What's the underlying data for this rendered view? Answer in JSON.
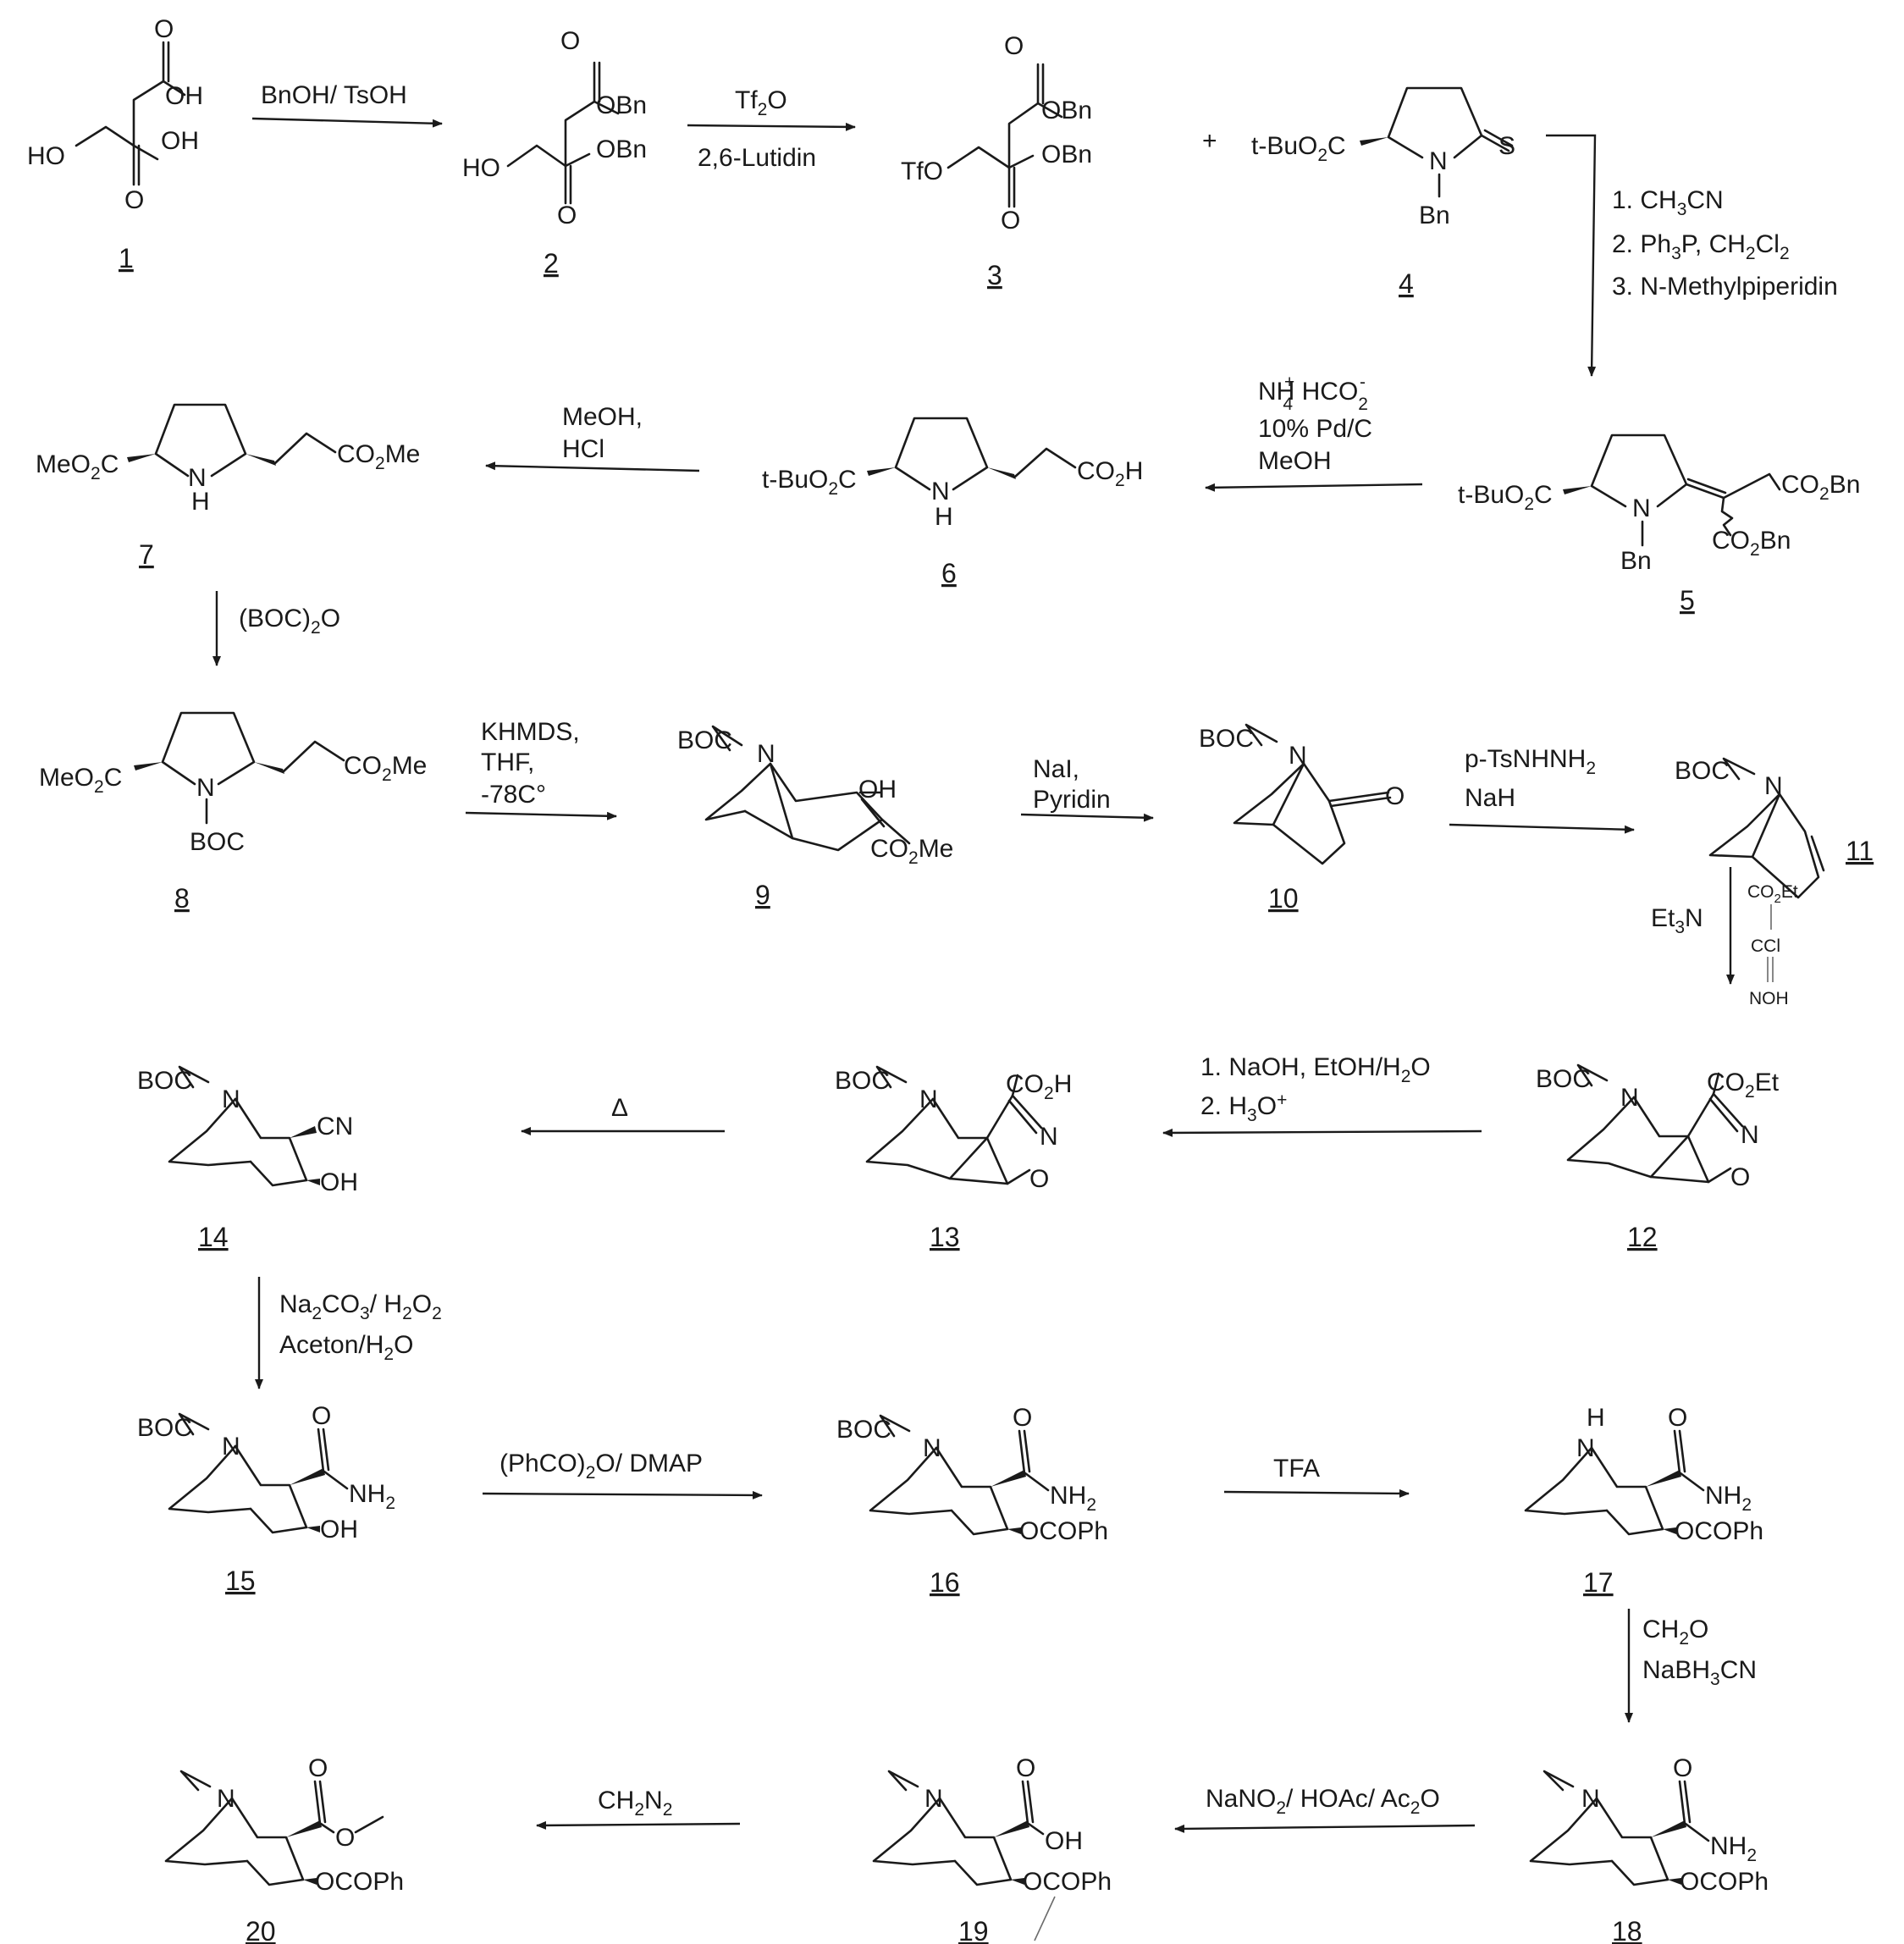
{
  "compounds": [
    {
      "id": "1",
      "number": "1",
      "labels": [
        "OH",
        "OH",
        "HO",
        "O",
        "O"
      ]
    },
    {
      "id": "2",
      "number": "2",
      "labels": [
        "O",
        "OBn",
        "HO",
        "OBn",
        "O"
      ]
    },
    {
      "id": "3",
      "number": "3",
      "labels": [
        "O",
        "OBn",
        "TfO",
        "OBn",
        "O"
      ]
    },
    {
      "id": "4",
      "number": "4",
      "labels": [
        "t-BuO",
        "2",
        "C",
        "N",
        "S",
        "Bn"
      ]
    },
    {
      "id": "5",
      "number": "5",
      "labels": [
        "t-BuO",
        "2",
        "C",
        "N",
        "Bn",
        "CO",
        "2",
        "Bn",
        "CO",
        "2",
        "Bn"
      ]
    },
    {
      "id": "6",
      "number": "6",
      "labels": [
        "t-BuO",
        "2",
        "C",
        "N",
        "H",
        "CO",
        "2",
        "H"
      ]
    },
    {
      "id": "7",
      "number": "7",
      "labels": [
        "MeO",
        "2",
        "C",
        "N",
        "H",
        "CO",
        "2",
        "Me"
      ]
    },
    {
      "id": "8",
      "number": "8",
      "labels": [
        "MeO",
        "2",
        "C",
        "N",
        "BOC",
        "CO",
        "2",
        "Me"
      ]
    },
    {
      "id": "9",
      "number": "9",
      "labels": [
        "BOC",
        "N",
        "OH",
        "CO",
        "2",
        "Me"
      ]
    },
    {
      "id": "10",
      "number": "10",
      "labels": [
        "BOC",
        "N",
        "O"
      ]
    },
    {
      "id": "11",
      "number": "11",
      "labels": [
        "BOC",
        "N"
      ]
    },
    {
      "id": "12",
      "number": "12",
      "labels": [
        "BOC",
        "N",
        "CO",
        "2",
        "Et",
        "N",
        "O"
      ]
    },
    {
      "id": "13",
      "number": "13",
      "labels": [
        "BOC",
        "N",
        "CO",
        "2",
        "H",
        "N",
        "O"
      ]
    },
    {
      "id": "14",
      "number": "14",
      "labels": [
        "BOC",
        "N",
        "CN",
        "OH"
      ]
    },
    {
      "id": "15",
      "number": "15",
      "labels": [
        "BOC",
        "N",
        "O",
        "NH",
        "2",
        "OH"
      ]
    },
    {
      "id": "16",
      "number": "16",
      "labels": [
        "BOC",
        "N",
        "O",
        "NH",
        "2",
        "OCOPh"
      ]
    },
    {
      "id": "17",
      "number": "17",
      "labels": [
        "H",
        "N",
        "O",
        "NH",
        "2",
        "OCOPh"
      ]
    },
    {
      "id": "18",
      "number": "18",
      "labels": [
        "N",
        "O",
        "NH",
        "2",
        "OCOPh"
      ]
    },
    {
      "id": "19",
      "number": "19",
      "labels": [
        "N",
        "O",
        "OH",
        "OCOPh"
      ]
    },
    {
      "id": "20",
      "number": "20",
      "labels": [
        "N",
        "O",
        "O",
        "OCOPh"
      ]
    }
  ],
  "reagents": {
    "r1_2": [
      "BnOH/ TsOH"
    ],
    "r2_3": [
      "Tf",
      "2",
      "O",
      "2,6-Lutidin"
    ],
    "plus": "+",
    "r4_5": [
      "1.  CH",
      "3",
      "CN",
      "2. Ph",
      "3",
      "P, CH",
      "2",
      "Cl",
      "2",
      "3. N-Methylpiperidin"
    ],
    "r5_6": [
      "NH",
      "4",
      "+",
      " HCO",
      "2",
      "-",
      "10% Pd/C",
      "MeOH"
    ],
    "r6_7": [
      "MeOH,",
      "HCl"
    ],
    "r7_8": [
      "(BOC)",
      "2",
      "O"
    ],
    "r8_9": [
      "KHMDS,",
      "THF,",
      "-78C°"
    ],
    "r9_10": [
      "NaI,",
      "Pyridin"
    ],
    "r10_11": [
      "p-TsNHNH",
      "2",
      "NaH"
    ],
    "r11_12": [
      "Et",
      "3",
      "N",
      "CO",
      "2",
      "Et",
      "CCl",
      "NOH"
    ],
    "r12_13": [
      "1.  NaOH, EtOH/H",
      "2",
      "O",
      "2.  H",
      "3",
      "O",
      "+"
    ],
    "r13_14": [
      "Δ"
    ],
    "r14_15": [
      "Na",
      "2",
      "CO",
      "3",
      "/ H",
      "2",
      "O",
      "2",
      "Aceton/H",
      "2",
      "O"
    ],
    "r15_16": [
      "(PhCO)",
      "2",
      "O/ DMAP"
    ],
    "r16_17": [
      "TFA"
    ],
    "r17_18": [
      "CH",
      "2",
      "O",
      "NaBH",
      "3",
      "CN"
    ],
    "r18_19": [
      "NaNO",
      "2",
      "/ HOAc/ Ac",
      "2",
      "O"
    ],
    "r19_20": [
      "CH",
      "2",
      "N",
      "2"
    ]
  }
}
